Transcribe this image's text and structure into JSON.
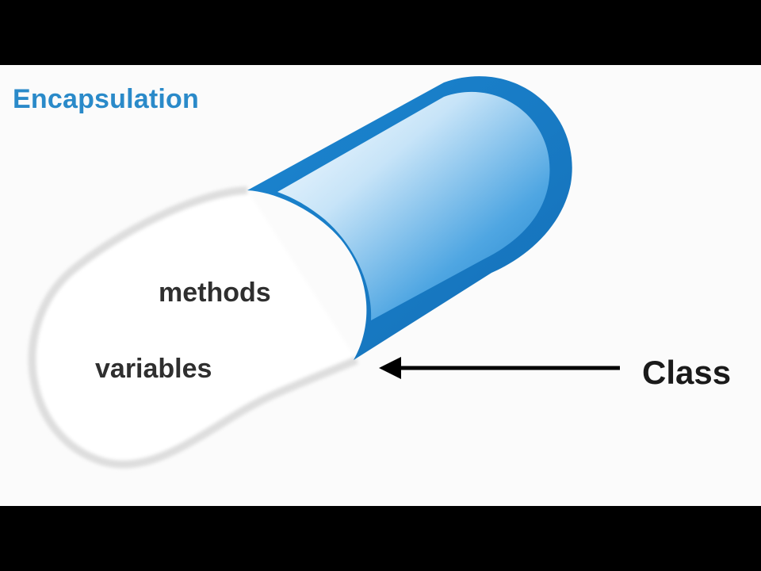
{
  "diagram": {
    "title": "Encapsulation",
    "labels": {
      "methods": "methods",
      "variables": "variables",
      "class": "Class"
    },
    "colors": {
      "title": "#2a8ac9",
      "capsule_cap": "#1e88d2",
      "capsule_body_outline": "#e2e2e2",
      "text": "#2f2f2f",
      "arrow": "#000000",
      "frame": "#000000"
    },
    "icons": {
      "capsule": "capsule-icon",
      "arrow": "arrow-left-icon"
    }
  }
}
